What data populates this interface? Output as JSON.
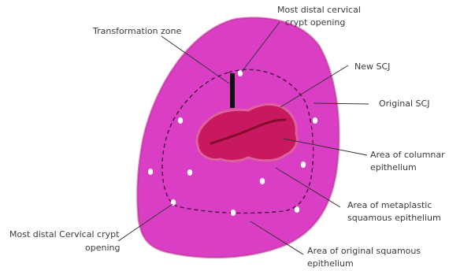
{
  "colors": {
    "cervix_face": "#d93ec5",
    "cervix_rim": "#c0318f",
    "columnar_area": "#c8185f",
    "columnar_edge": "#e0609e",
    "columnar_dark": "#7a0b22",
    "crypt_openings": "#ffffff",
    "transformation_zone_marker": "#111111",
    "leader_lines": "#333333",
    "label_text": "#3b3b3b"
  },
  "labels": {
    "transformation_zone": "Transformation zone",
    "distal_crypt_top_line1": "Most distal cervical",
    "distal_crypt_top_line2": "crypt opening",
    "new_scj": "New SCJ",
    "original_scj": "Original SCJ",
    "columnar_line1": "Area of columnar",
    "columnar_line2": "epithelium",
    "metaplastic_line1": "Area of metaplastic",
    "metaplastic_line2": "squamous epithelium",
    "distal_crypt_left_line1": "Most distal Cervical crypt",
    "distal_crypt_left_line2": "opening",
    "original_squamous_line1": "Area of original squamous",
    "original_squamous_line2": "epithelium"
  }
}
